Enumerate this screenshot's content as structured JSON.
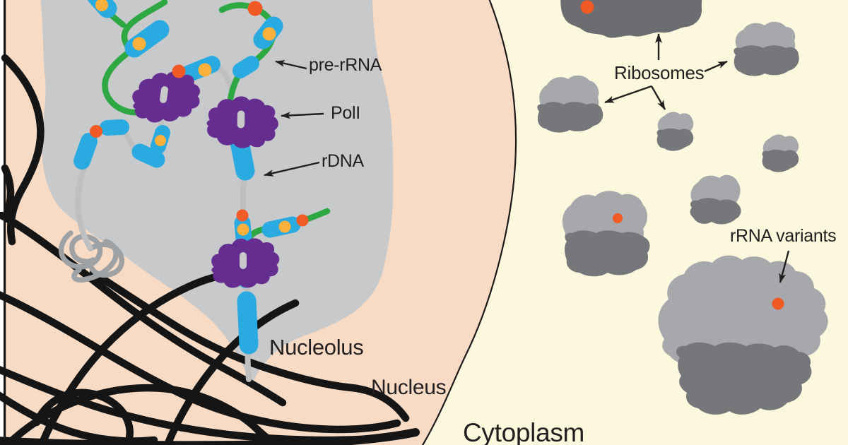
{
  "labels": {
    "pre_rrna": "pre-rRNA",
    "pol1": "PolI",
    "rdna": "rDNA",
    "nucleolus": "Nucleolus",
    "nucleus": "Nucleus",
    "cytoplasm": "Cytoplasm",
    "ribosomes": "Ribosomes",
    "rrna_variants": "rRNA variants"
  },
  "palette": {
    "cytoplasm_bg": "#FBF8DD",
    "nucleus_fill": "#F8DBC5",
    "nucleus_outline": "#1E1A1B",
    "nucleolus_fill": "#C8C9CB",
    "rdna_strand_gray": "#BDBFC1",
    "rdna_coil_gray": "#9FA2A5",
    "pre_rrna_green": "#2EA843",
    "rrna_segment_blue": "#29ABE2",
    "pol1_purple": "#662D91",
    "dot_orange": "#F15A24",
    "dot_yellow": "#FBB03B",
    "ribosome_light_gray": "#A6A8AB",
    "ribosome_dark_gray": "#75777B",
    "ribosome_top_dark": "#6B6D70",
    "chromatin_black": "#151515",
    "label_ink": "#231F20",
    "edge_white": "#FFFFFF"
  }
}
